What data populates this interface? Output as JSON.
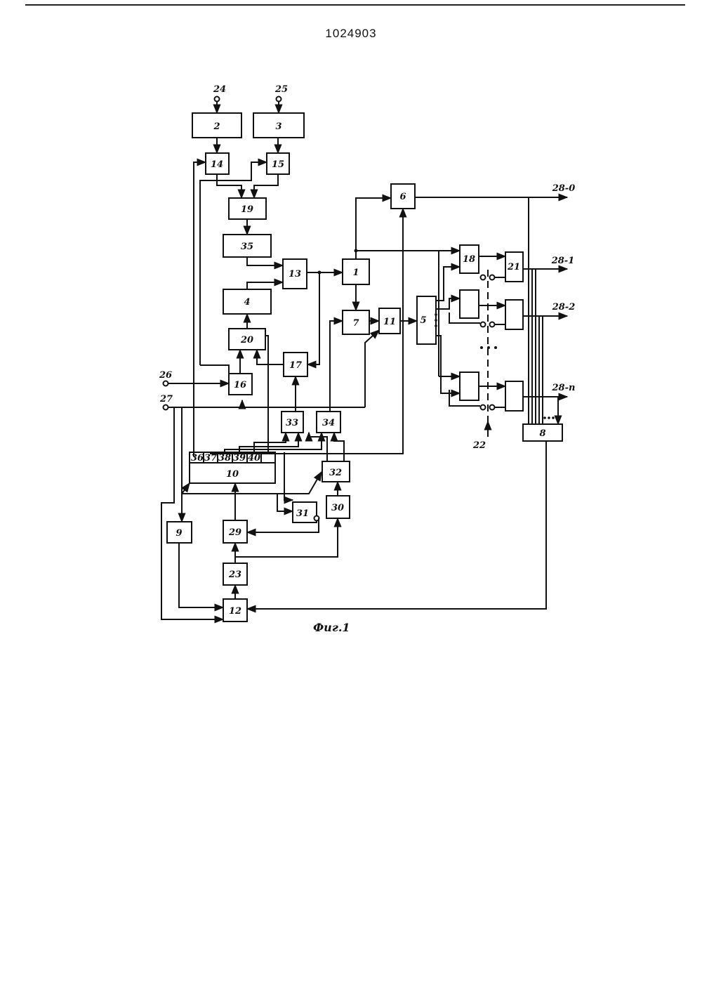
{
  "document": {
    "number": "1024903",
    "caption": "Фиг.1"
  },
  "blocks": [
    {
      "id": "b2",
      "label": "2"
    },
    {
      "id": "b3",
      "label": "3"
    },
    {
      "id": "b14",
      "label": "14"
    },
    {
      "id": "b15",
      "label": "15"
    },
    {
      "id": "b19",
      "label": "19"
    },
    {
      "id": "b35",
      "label": "35"
    },
    {
      "id": "b13",
      "label": "13"
    },
    {
      "id": "b4",
      "label": "4"
    },
    {
      "id": "b20",
      "label": "20"
    },
    {
      "id": "b17",
      "label": "17"
    },
    {
      "id": "b16",
      "label": "16"
    },
    {
      "id": "b1",
      "label": "1"
    },
    {
      "id": "b7",
      "label": "7"
    },
    {
      "id": "b11",
      "label": "11"
    },
    {
      "id": "b6",
      "label": "6"
    },
    {
      "id": "b5",
      "label": "5"
    },
    {
      "id": "b18",
      "label": "18"
    },
    {
      "id": "b21",
      "label": "21"
    },
    {
      "id": "b33",
      "label": "33"
    },
    {
      "id": "b34",
      "label": "34"
    },
    {
      "id": "b10",
      "label": "10"
    },
    {
      "id": "b32",
      "label": "32"
    },
    {
      "id": "b31",
      "label": "31"
    },
    {
      "id": "b30",
      "label": "30"
    },
    {
      "id": "b9",
      "label": "9"
    },
    {
      "id": "b29",
      "label": "29"
    },
    {
      "id": "b23",
      "label": "23"
    },
    {
      "id": "b12",
      "label": "12"
    },
    {
      "id": "b8",
      "label": "8"
    },
    {
      "id": "g2a",
      "label": ""
    },
    {
      "id": "g2b",
      "label": ""
    },
    {
      "id": "gna",
      "label": ""
    },
    {
      "id": "gnb",
      "label": ""
    }
  ],
  "terminals": [
    {
      "id": "t24",
      "label": "24"
    },
    {
      "id": "t25",
      "label": "25"
    },
    {
      "id": "t26",
      "label": "26"
    },
    {
      "id": "t27",
      "label": "27"
    },
    {
      "id": "t22",
      "label": "22"
    },
    {
      "id": "o280",
      "label": "28-0"
    },
    {
      "id": "o281",
      "label": "28-1"
    },
    {
      "id": "o282",
      "label": "28-2"
    },
    {
      "id": "o28n",
      "label": "28-n"
    }
  ],
  "register_outputs": [
    "36",
    "37",
    "38",
    "39",
    "40"
  ]
}
